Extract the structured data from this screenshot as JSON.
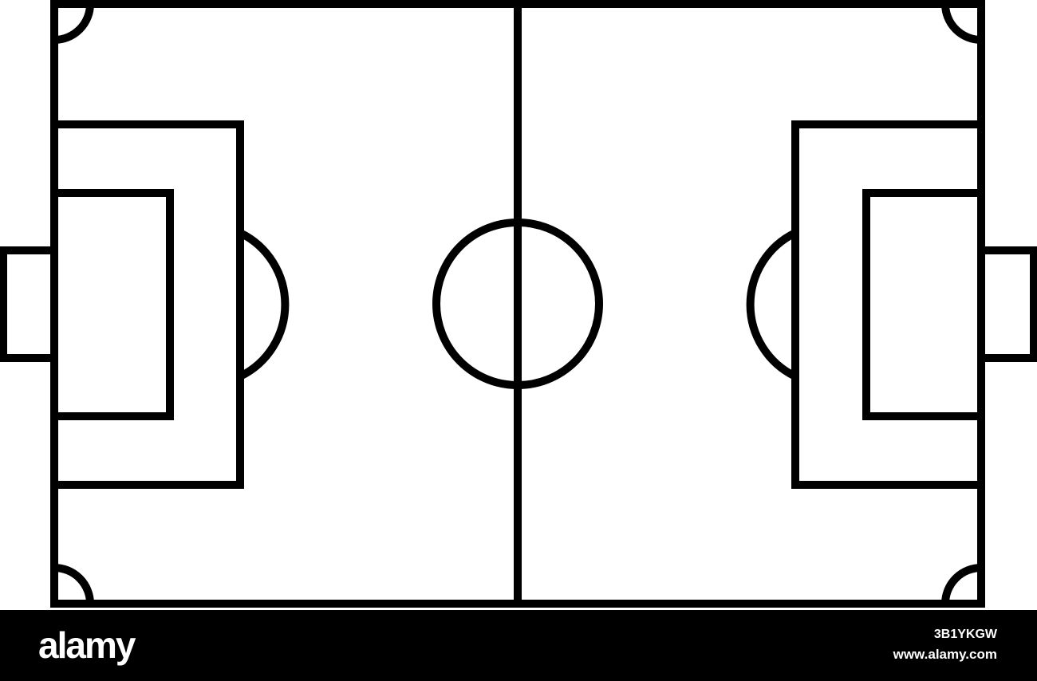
{
  "diagram": {
    "line_color": "#000000",
    "field_color": "#ffffff"
  },
  "watermark": {
    "logo": "alamy",
    "image_id": "3B1YKGW",
    "url": "www.alamy.com",
    "bar_color": "#000000",
    "text_color": "#ffffff"
  }
}
